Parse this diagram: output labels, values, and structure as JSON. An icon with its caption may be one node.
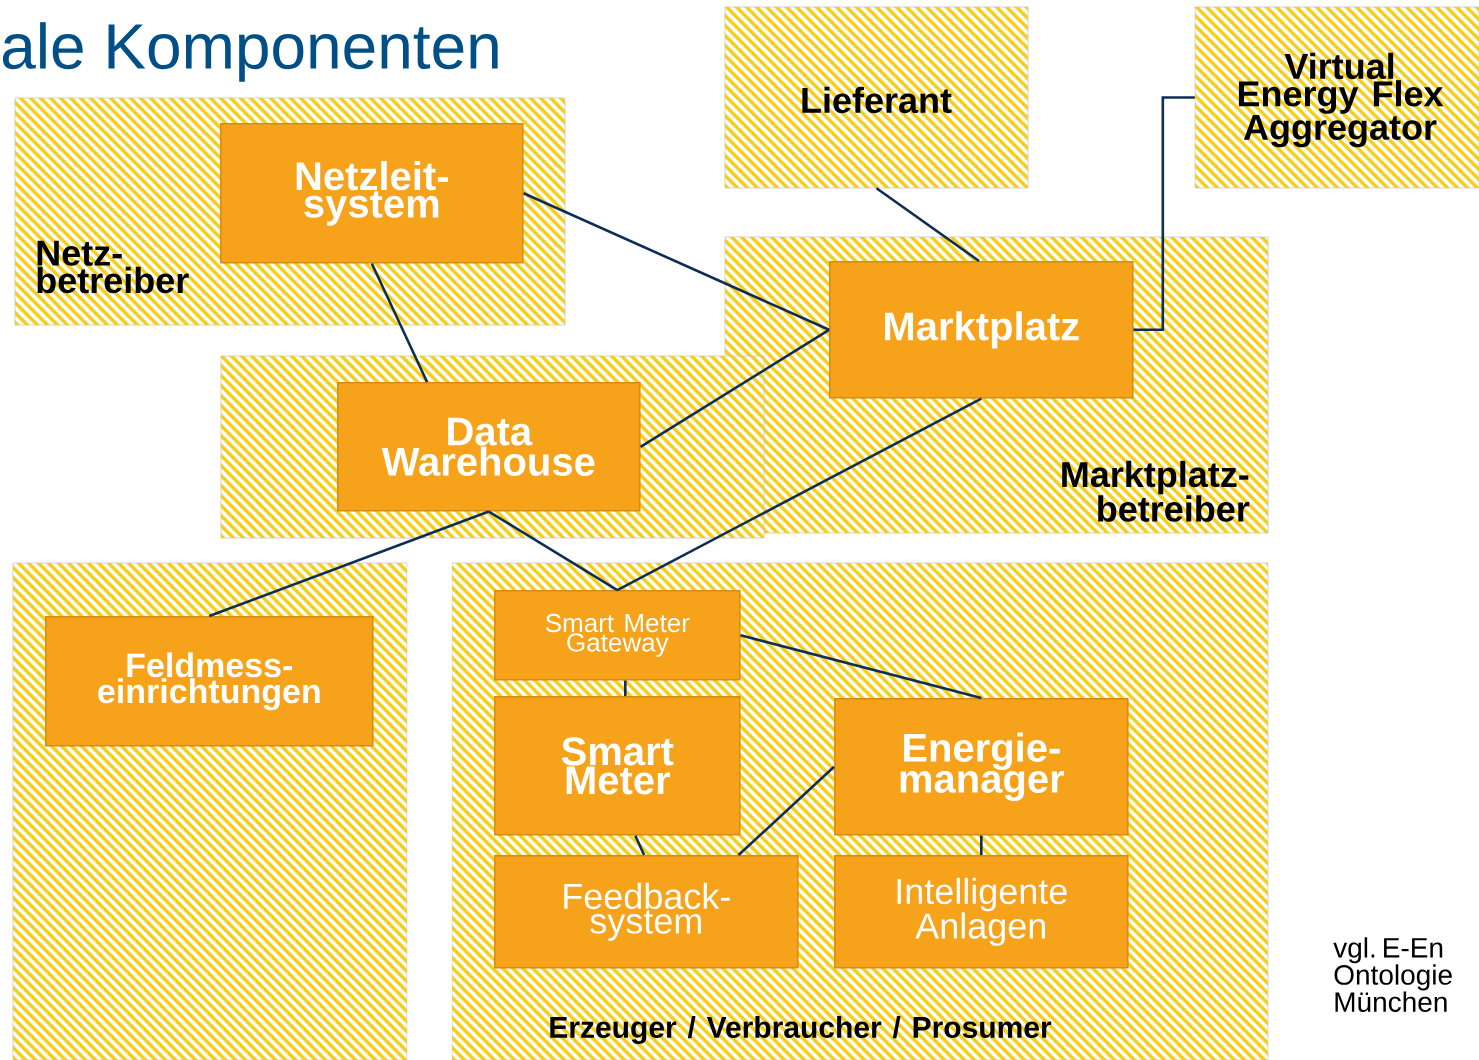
{
  "diagram": {
    "title": "ale Komponenten",
    "nodes": [
      {
        "text": [
          "Netz- betreiber"
        ]
      },
      {
        "text": [
          "Netzleit- system"
        ],
        "in": 0
      },
      {
        "text": [
          "Lieferant"
        ]
      },
      {
        "text": [
          "Virtual Energy Flex Aggregator"
        ]
      },
      {
        "text": [
          "Marktplatz- betreiber"
        ]
      },
      {
        "text": [
          "Marktplatz"
        ],
        "in": 4
      },
      {
        "text": [],
        "shape": "box"
      },
      {
        "text": [
          "Data Warehouse"
        ],
        "in": 6
      },
      {
        "text": [],
        "shape": "box"
      },
      {
        "text": [
          "Feldmess- einrichtungen"
        ],
        "in": 8
      },
      {
        "text": [
          "Erzeuger / Verbraucher / Prosumer"
        ]
      },
      {
        "text": [
          "Smart Meter Gateway"
        ],
        "in": 10
      },
      {
        "text": [
          "Smart Meter"
        ],
        "in": 10
      },
      {
        "text": [
          "Energie- manager"
        ],
        "in": 10
      },
      {
        "text": [
          "Feedback- system"
        ],
        "in": 10
      },
      {
        "text": [
          "Intelligente Anlagen"
        ],
        "in": 10
      }
    ],
    "edges": [
      {
        "from": 1,
        "to": 5,
        "arrow": "none"
      },
      {
        "from": 1,
        "to": 7,
        "arrow": "none"
      },
      {
        "from": 2,
        "to": 5,
        "arrow": "none"
      },
      {
        "from": 3,
        "to": 5,
        "arrow": "none"
      },
      {
        "from": 7,
        "to": 5,
        "arrow": "none"
      },
      {
        "from": 5,
        "to": 11,
        "arrow": "none"
      },
      {
        "from": 7,
        "to": 9,
        "arrow": "none"
      },
      {
        "from": 7,
        "to": 11,
        "arrow": "none"
      },
      {
        "from": 11,
        "to": 13,
        "arrow": "none"
      },
      {
        "from": 11,
        "to": 12,
        "arrow": "none"
      },
      {
        "from": 12,
        "to": 14,
        "arrow": "none"
      },
      {
        "from": 13,
        "to": 14,
        "arrow": "none"
      },
      {
        "from": 13,
        "to": 15,
        "arrow": "none"
      }
    ],
    "labels": [
      "vgl. E-En Ontologie München"
    ]
  }
}
